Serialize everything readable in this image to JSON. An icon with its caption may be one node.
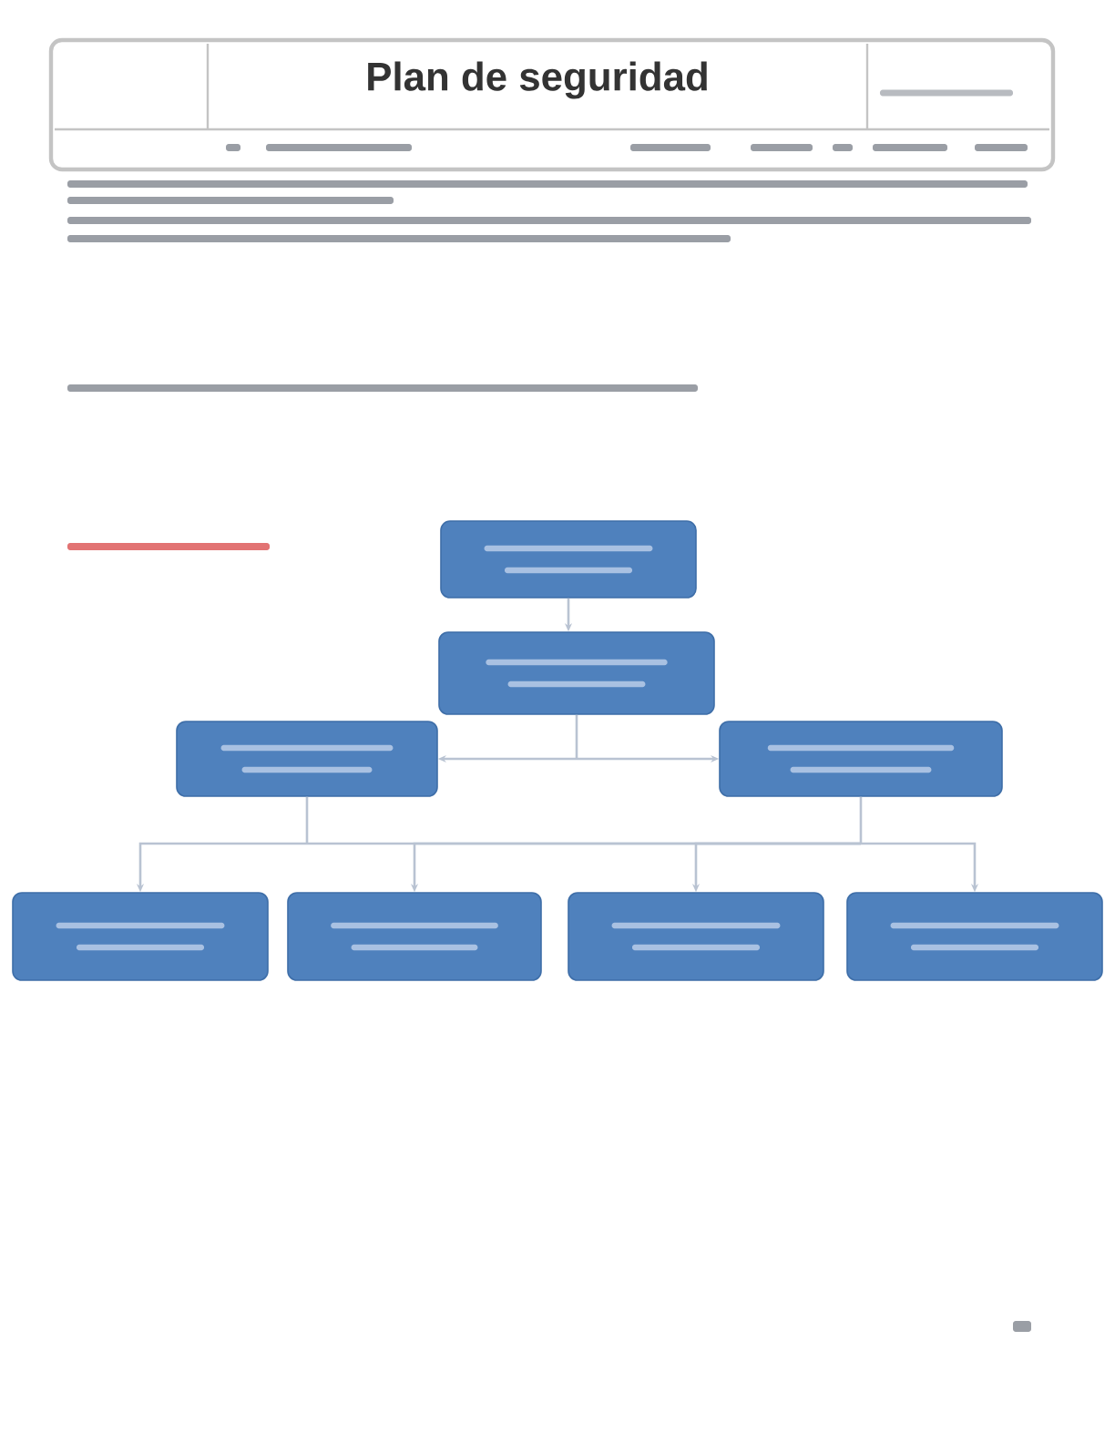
{
  "diagram": {
    "title": "Plan de seguridad",
    "nodes": [
      {
        "text": [],
        "shape": "box"
      },
      {
        "text": [],
        "shape": "box"
      },
      {
        "text": [],
        "shape": "box"
      },
      {
        "text": [],
        "shape": "box"
      },
      {
        "text": [],
        "shape": "box"
      },
      {
        "text": [],
        "shape": "box"
      },
      {
        "text": [],
        "shape": "box"
      },
      {
        "text": [],
        "shape": "box"
      }
    ],
    "edges": [
      {
        "from": 0,
        "to": 1,
        "arrow": "to"
      },
      {
        "from": 1,
        "to": 2,
        "arrow": "to"
      },
      {
        "from": 1,
        "to": 3,
        "arrow": "to"
      },
      {
        "from": 2,
        "to": 4,
        "arrow": "to"
      },
      {
        "from": 2,
        "to": 5,
        "arrow": "to"
      },
      {
        "from": 2,
        "to": 6,
        "arrow": "to"
      },
      {
        "from": 2,
        "to": 7,
        "arrow": "to"
      },
      {
        "from": 3,
        "to": 4,
        "arrow": "to"
      },
      {
        "from": 3,
        "to": 5,
        "arrow": "to"
      },
      {
        "from": 3,
        "to": 6,
        "arrow": "to"
      },
      {
        "from": 3,
        "to": 7,
        "arrow": "to"
      }
    ]
  }
}
